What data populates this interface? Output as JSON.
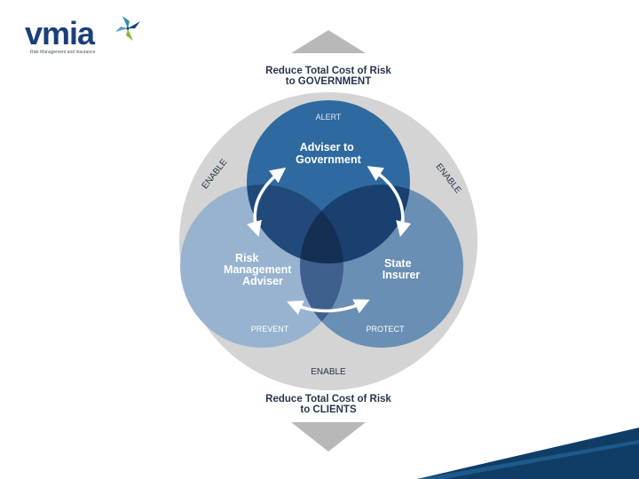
{
  "logo": {
    "wordmark": "vmia",
    "tagline": "Risk Management and Insurance",
    "mark_icon": "pinwheel-icon"
  },
  "diagram": {
    "top_caption": [
      "Reduce Total Cost of Risk",
      "to GOVERNMENT"
    ],
    "bottom_caption": [
      "Reduce Total Cost of Risk",
      "to CLIENTS"
    ],
    "ring_labels": {
      "left": "ENABLE",
      "right": "ENABLE",
      "bottom": "ENABLE"
    },
    "circles": [
      {
        "title": [
          "Adviser to",
          "Government"
        ],
        "function": "ALERT",
        "color": "#2e6a9f"
      },
      {
        "title": [
          "Risk",
          "Management",
          "Adviser"
        ],
        "function": "PREVENT",
        "color": "#97b3cf"
      },
      {
        "title": [
          "State",
          "Insurer"
        ],
        "function": "PROTECT",
        "color": "#6a8fb4"
      }
    ],
    "colors": {
      "ring": "#d4d4d4",
      "arrow": "#b8b8b8",
      "overlap_top_left": "#21497a",
      "overlap_top_right": "#19406e",
      "overlap_bottom": "#3f5f8d",
      "center": "#142f52",
      "accent_band": "#0f3d66"
    }
  }
}
